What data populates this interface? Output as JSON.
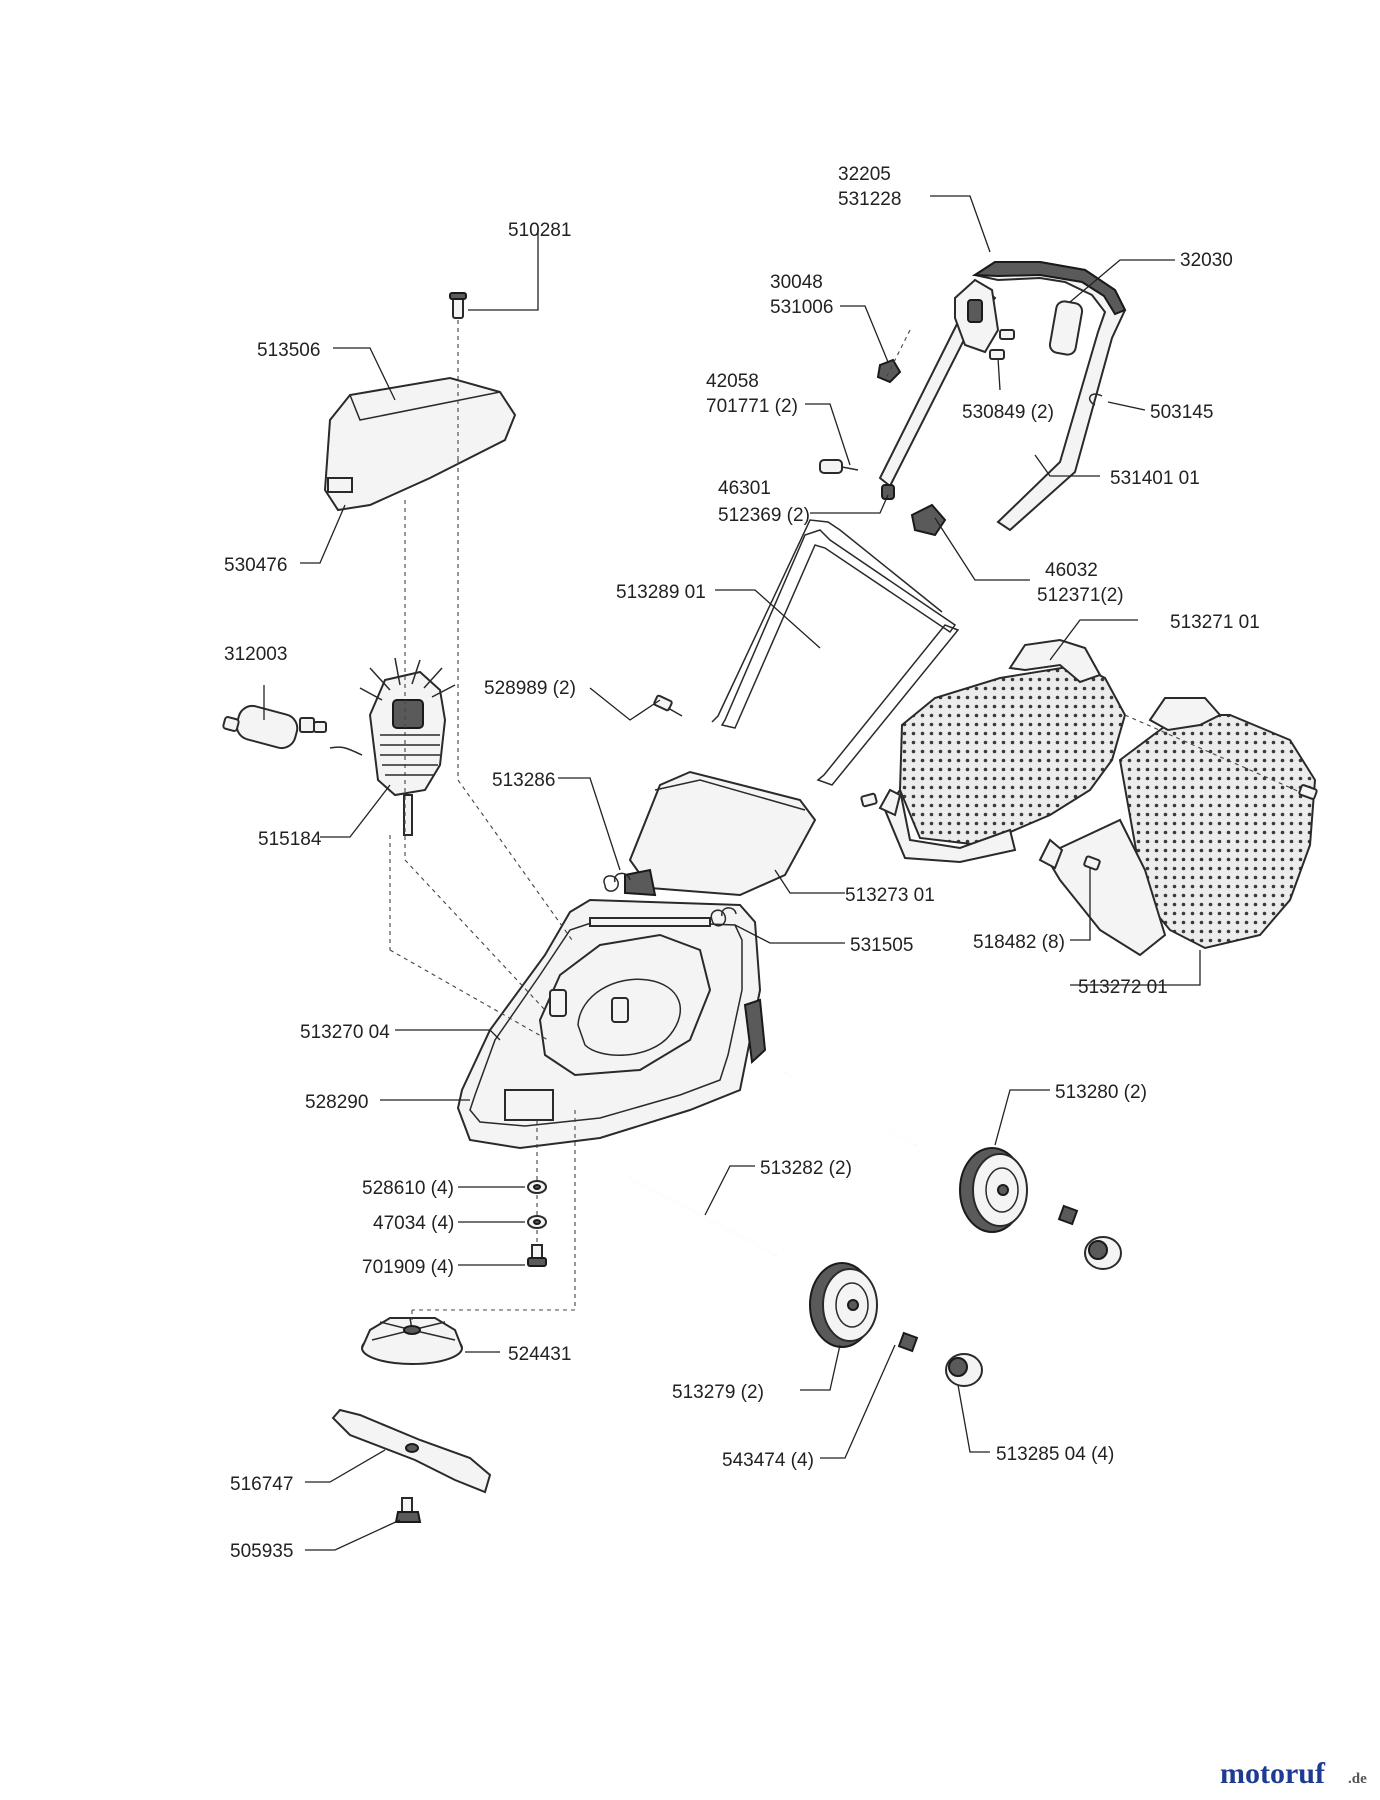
{
  "labels": [
    {
      "text": "32205"
    },
    {
      "text": "531228"
    },
    {
      "text": "32030"
    },
    {
      "text": "30048"
    },
    {
      "text": "531006"
    },
    {
      "text": "510281"
    },
    {
      "text": "513506"
    },
    {
      "text": "42058"
    },
    {
      "text": "701771 (2)"
    },
    {
      "text": "530849 (2)"
    },
    {
      "text": "503145"
    },
    {
      "text": "531401 01"
    },
    {
      "text": "46301"
    },
    {
      "text": "512369 (2)"
    },
    {
      "text": "530476"
    },
    {
      "text": "46032"
    },
    {
      "text": "512371(2)"
    },
    {
      "text": "513289 01"
    },
    {
      "text": "513271 01"
    },
    {
      "text": "312003"
    },
    {
      "text": "528989 (2)"
    },
    {
      "text": "513286"
    },
    {
      "text": "515184"
    },
    {
      "text": "513273 01"
    },
    {
      "text": "531505"
    },
    {
      "text": "518482 (8)"
    },
    {
      "text": "513272 01"
    },
    {
      "text": "513270 04"
    },
    {
      "text": "513280 (2)"
    },
    {
      "text": "528290"
    },
    {
      "text": "513282 (2)"
    },
    {
      "text": "528610 (4)"
    },
    {
      "text": "47034 (4)"
    },
    {
      "text": "701909 (4)"
    },
    {
      "text": "524431"
    },
    {
      "text": "513279 (2)"
    },
    {
      "text": "516747"
    },
    {
      "text": "543474 (4)"
    },
    {
      "text": "513285 04 (4)"
    },
    {
      "text": "505935"
    }
  ],
  "watermark": {
    "main": "motoruf",
    "suffix": ".de",
    "colors": {
      "m": "#1f3a93",
      "o1": "#2e7d32",
      "t": "#c62828",
      "o2": "#f9a825",
      "r": "#1f3a93",
      "u": "#2e7d32",
      "f": "#c62828",
      "suffix": "#555555"
    }
  }
}
